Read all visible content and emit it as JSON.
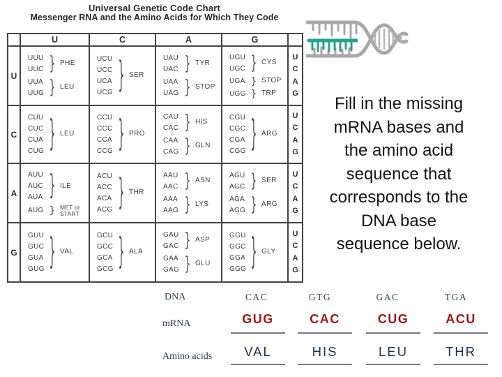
{
  "slide": {
    "title": "Universal Genetic Code Chart",
    "subtitle": "Messenger RNA and the Amino Acids for Which They Code"
  },
  "chart": {
    "col_headers": [
      "U",
      "C",
      "A",
      "G"
    ],
    "right_column": [
      "U",
      "C",
      "A",
      "G"
    ],
    "rows": [
      {
        "header": "U",
        "cells": [
          {
            "groups": [
              {
                "codons": [
                  "UUU",
                  "UUC"
                ],
                "label": "PHE"
              },
              {
                "codons": [
                  "UUA",
                  "UUG"
                ],
                "label": "LEU"
              }
            ]
          },
          {
            "groups": [
              {
                "codons": [
                  "UCU",
                  "UCC",
                  "UCA",
                  "UCG"
                ],
                "label": "SER"
              }
            ]
          },
          {
            "groups": [
              {
                "codons": [
                  "UAU",
                  "UAC"
                ],
                "label": "TYR"
              },
              {
                "codons": [
                  "UAA",
                  "UAG"
                ],
                "label": "STOP"
              }
            ]
          },
          {
            "groups": [
              {
                "codons": [
                  "UGU",
                  "UGC"
                ],
                "label": "CYS"
              },
              {
                "codons": [
                  "UGA"
                ],
                "label": "STOP"
              },
              {
                "codons": [
                  "UGG"
                ],
                "label": "TRP"
              }
            ]
          }
        ]
      },
      {
        "header": "C",
        "cells": [
          {
            "groups": [
              {
                "codons": [
                  "CUU",
                  "CUC",
                  "CUA",
                  "CUG"
                ],
                "label": "LEU"
              }
            ]
          },
          {
            "groups": [
              {
                "codons": [
                  "CCU",
                  "CCC",
                  "CCA",
                  "CCG"
                ],
                "label": "PRO"
              }
            ]
          },
          {
            "groups": [
              {
                "codons": [
                  "CAU",
                  "CAC"
                ],
                "label": "HIS"
              },
              {
                "codons": [
                  "CAA",
                  "CAG"
                ],
                "label": "GLN"
              }
            ]
          },
          {
            "groups": [
              {
                "codons": [
                  "CGU",
                  "CGC",
                  "CGA",
                  "CGG"
                ],
                "label": "ARG"
              }
            ]
          }
        ]
      },
      {
        "header": "A",
        "cells": [
          {
            "groups": [
              {
                "codons": [
                  "AUU",
                  "AUC",
                  "AUA"
                ],
                "label": "ILE"
              },
              {
                "codons": [
                  "AUG"
                ],
                "label": "MET or\nSTART"
              }
            ]
          },
          {
            "groups": [
              {
                "codons": [
                  "ACU",
                  "ACC",
                  "ACA",
                  "ACG"
                ],
                "label": "THR"
              }
            ]
          },
          {
            "groups": [
              {
                "codons": [
                  "AAU",
                  "AAC"
                ],
                "label": "ASN"
              },
              {
                "codons": [
                  "AAA",
                  "AAG"
                ],
                "label": "LYS"
              }
            ]
          },
          {
            "groups": [
              {
                "codons": [
                  "AGU",
                  "AGC"
                ],
                "label": "SER"
              },
              {
                "codons": [
                  "AGA",
                  "AGG"
                ],
                "label": "ARG"
              }
            ]
          }
        ]
      },
      {
        "header": "G",
        "cells": [
          {
            "groups": [
              {
                "codons": [
                  "GUU",
                  "GUC",
                  "GUA",
                  "GUG"
                ],
                "label": "VAL"
              }
            ]
          },
          {
            "groups": [
              {
                "codons": [
                  "GCU",
                  "GCC",
                  "GCA",
                  "GCG"
                ],
                "label": "ALA"
              }
            ]
          },
          {
            "groups": [
              {
                "codons": [
                  "GAU",
                  "GAC"
                ],
                "label": "ASP"
              },
              {
                "codons": [
                  "GAA",
                  "GAG"
                ],
                "label": "GLU"
              }
            ]
          },
          {
            "groups": [
              {
                "codons": [
                  "GGU",
                  "GGC",
                  "GGA",
                  "GGG"
                ],
                "label": "GLY"
              }
            ]
          }
        ]
      }
    ]
  },
  "question": {
    "lines": [
      "Fill in the missing",
      "mRNA bases and",
      "the amino acid",
      "sequence that",
      "corresponds to the",
      "DNA base",
      "sequence below."
    ]
  },
  "worksheet": {
    "row_labels": {
      "dna": "DNA",
      "mrna": "mRNA",
      "amino": "Amino acids"
    },
    "columns": [
      {
        "dna": "CAC",
        "mrna": "GUG",
        "amino": "VAL"
      },
      {
        "dna": "GTG",
        "mrna": "CAC",
        "amino": "HIS"
      },
      {
        "dna": "GAC",
        "mrna": "CUG",
        "amino": "LEU"
      },
      {
        "dna": "TGA",
        "mrna": "ACU",
        "amino": "THR"
      }
    ]
  },
  "colors": {
    "mrna_answer": "#9b1717",
    "amino_answer": "#1a3353",
    "helix_accent": "#2ba08c",
    "helix_gray": "#a8a8a8"
  }
}
